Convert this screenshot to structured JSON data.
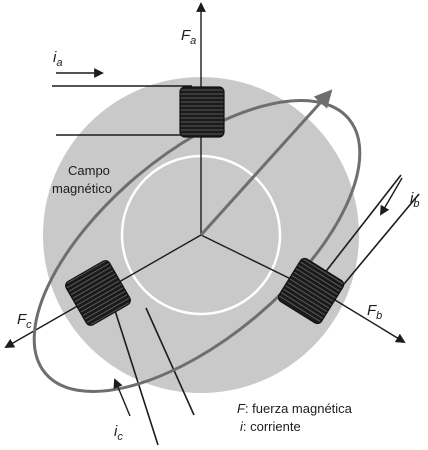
{
  "field_label": {
    "line1": "Campo",
    "line2": "magnético"
  },
  "forces": {
    "a": {
      "symbol": "F",
      "sub": "a"
    },
    "b": {
      "symbol": "F",
      "sub": "b"
    },
    "c": {
      "symbol": "F",
      "sub": "c"
    }
  },
  "currents": {
    "a": {
      "symbol": "i",
      "sub": "a"
    },
    "b": {
      "symbol": "i",
      "sub": "b"
    },
    "c": {
      "symbol": "i",
      "sub": "c"
    }
  },
  "legend": {
    "force_symbol": "F",
    "force_text": ": fuerza magnética",
    "current_symbol": "i",
    "current_text": ": corriente"
  },
  "colors": {
    "field_disc": "#c9c9c9",
    "inner_circle": "#ffffff",
    "ellipse": "#6e6e6e",
    "coil": "#1a1a1a",
    "line": "#1c1c1c"
  }
}
